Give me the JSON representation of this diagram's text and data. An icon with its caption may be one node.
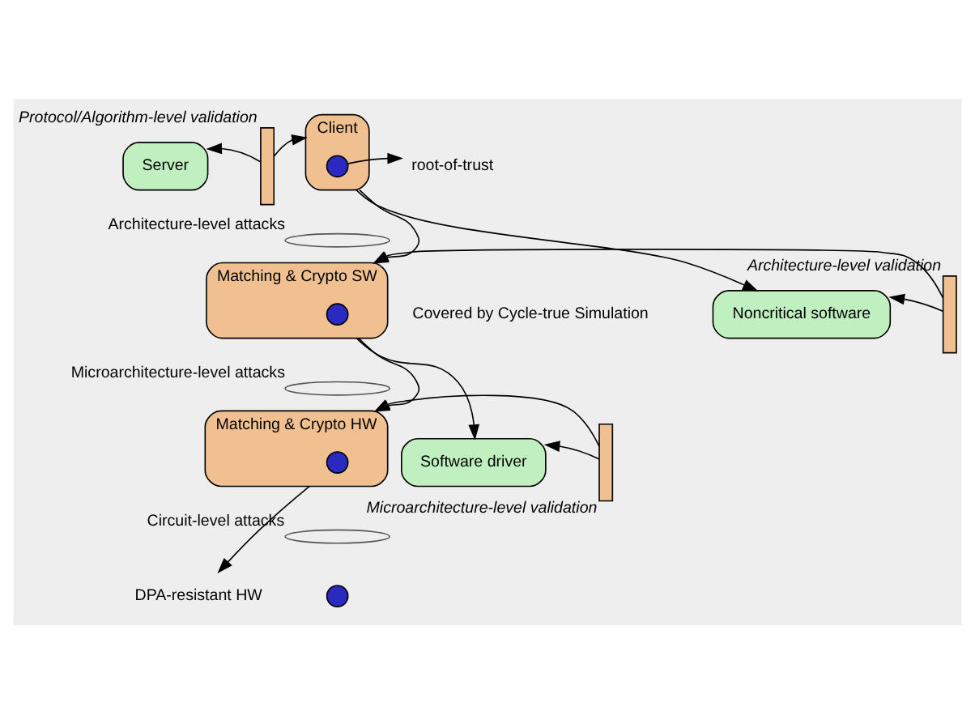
{
  "diagram": {
    "nodes": [
      {
        "text": [
          "Server"
        ]
      },
      {
        "text": [],
        "shape": "bar",
        "beside": [
          "Protocol/Algorithm-level validation"
        ]
      },
      {
        "text": [
          "Client"
        ]
      },
      {
        "text": [],
        "shape": "circle",
        "in": 2
      },
      {
        "text": [
          "root-of-trust"
        ]
      },
      {
        "text": [],
        "shape": "ellipse",
        "beside": [
          "Architecture-level attacks"
        ]
      },
      {
        "text": [
          "Noncritical software"
        ]
      },
      {
        "text": [],
        "shape": "bar",
        "beside": [
          "Architecture-level validation"
        ]
      },
      {
        "text": [
          "Matching & Crypto SW"
        ]
      },
      {
        "text": [],
        "shape": "circle",
        "in": 8
      },
      {
        "text": [],
        "shape": "ellipse",
        "beside": [
          "Microarchitecture-level attacks"
        ]
      },
      {
        "text": [
          "Software driver"
        ]
      },
      {
        "text": [],
        "shape": "bar",
        "beside": [
          "Microarchitecture-level validation"
        ]
      },
      {
        "text": [
          "Matching & Crypto HW"
        ]
      },
      {
        "text": [],
        "shape": "circle",
        "in": 13
      },
      {
        "text": [],
        "shape": "ellipse",
        "beside": [
          "Circuit-level attacks"
        ]
      },
      {
        "text": [
          "DPA-resistant HW"
        ]
      },
      {
        "text": [],
        "shape": "circle"
      }
    ],
    "edges": [
      {
        "from": 1,
        "to": 0,
        "arrow": "to"
      },
      {
        "from": 1,
        "to": 2,
        "arrow": "to"
      },
      {
        "from": 3,
        "to": 4,
        "arrow": "to"
      },
      {
        "from": 2,
        "to": 6,
        "arrow": "to"
      },
      {
        "from": 2,
        "to": 8,
        "arrow": "to"
      },
      {
        "from": 7,
        "to": 6,
        "arrow": "to"
      },
      {
        "from": 7,
        "to": 8,
        "arrow": "to"
      },
      {
        "from": 8,
        "to": 11,
        "arrow": "to"
      },
      {
        "from": 8,
        "to": 13,
        "arrow": "to"
      },
      {
        "from": 12,
        "to": 11,
        "arrow": "to"
      },
      {
        "from": 12,
        "to": 13,
        "arrow": "to"
      },
      {
        "from": 13,
        "to": 16,
        "arrow": "to"
      }
    ],
    "labels": [
      "Covered by Cycle-true Simulation"
    ]
  }
}
